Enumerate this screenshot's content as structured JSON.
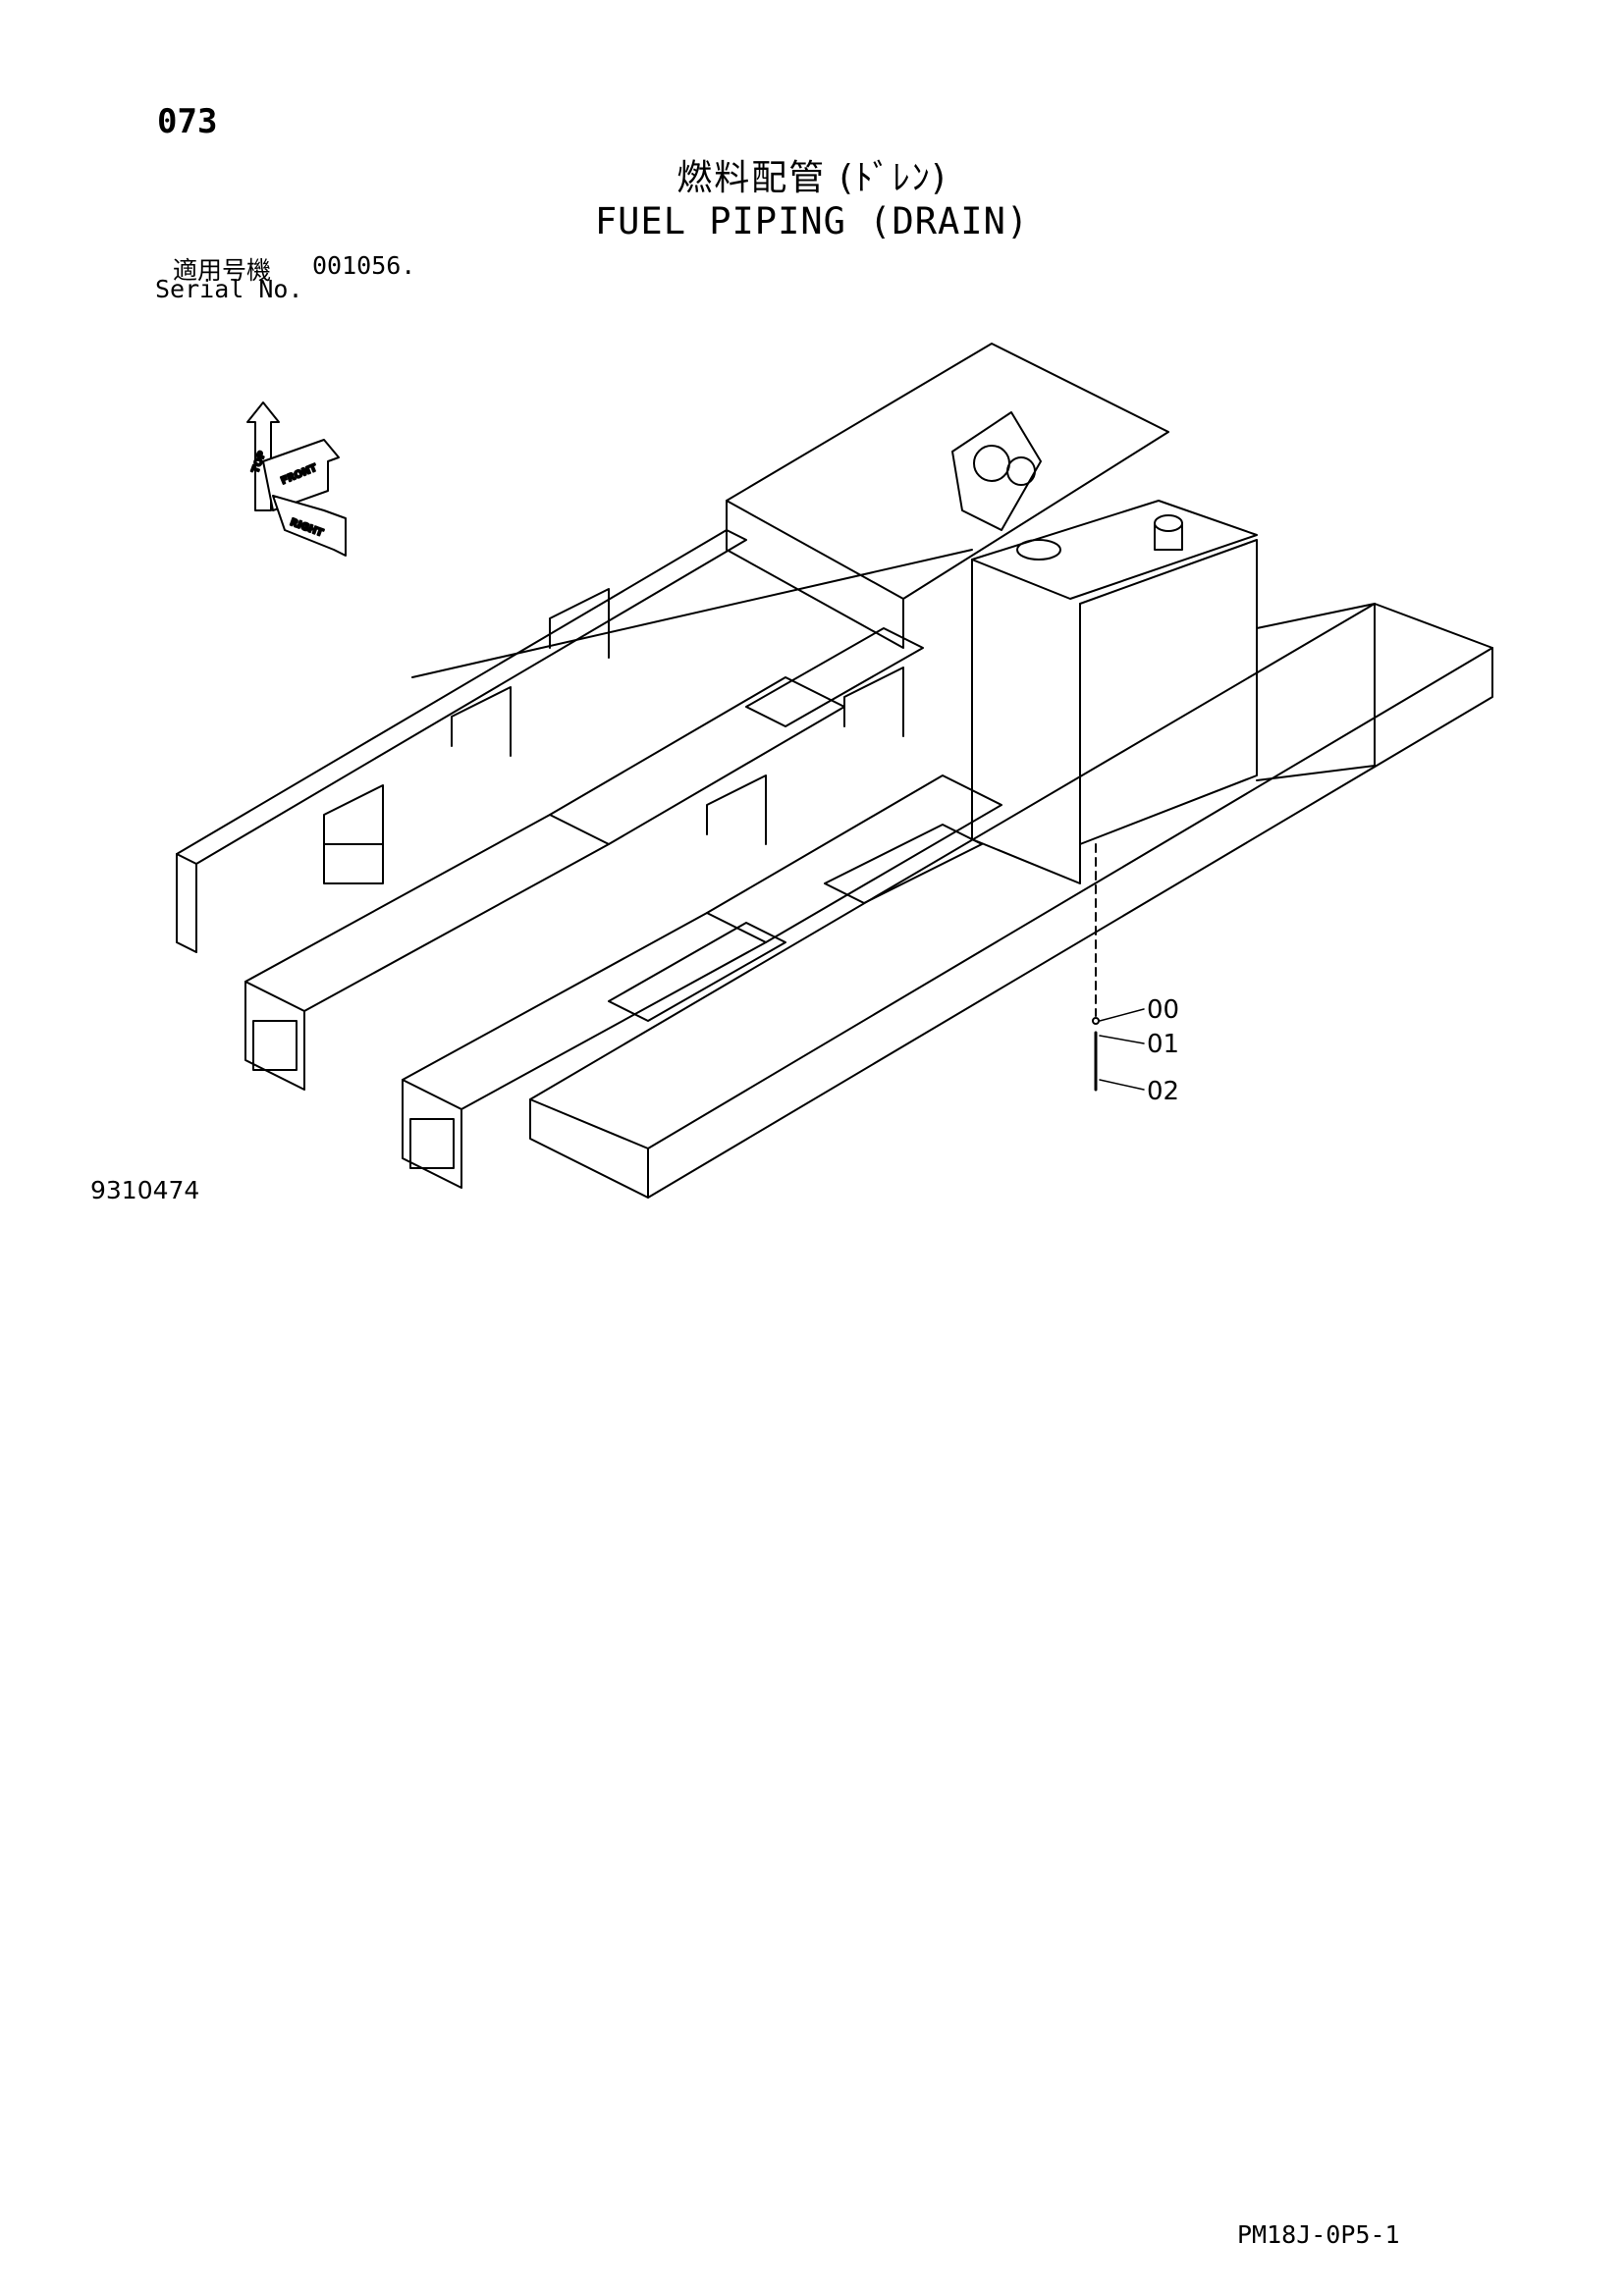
{
  "page_number": "073",
  "title_jp": "燃料配管 (ﾄﾞﾚﾝ)",
  "title_en": "FUEL PIPING (DRAIN)",
  "serial": {
    "label_jp": "適用号機",
    "label_en": "Serial No.",
    "value": "001056."
  },
  "orientation": {
    "top": "TOP",
    "front": "FRONT",
    "right": "RIGHT"
  },
  "callouts": [
    "00",
    "01",
    "02"
  ],
  "figure_number": "9310474",
  "doc_code": "PM18J-0P5-1"
}
